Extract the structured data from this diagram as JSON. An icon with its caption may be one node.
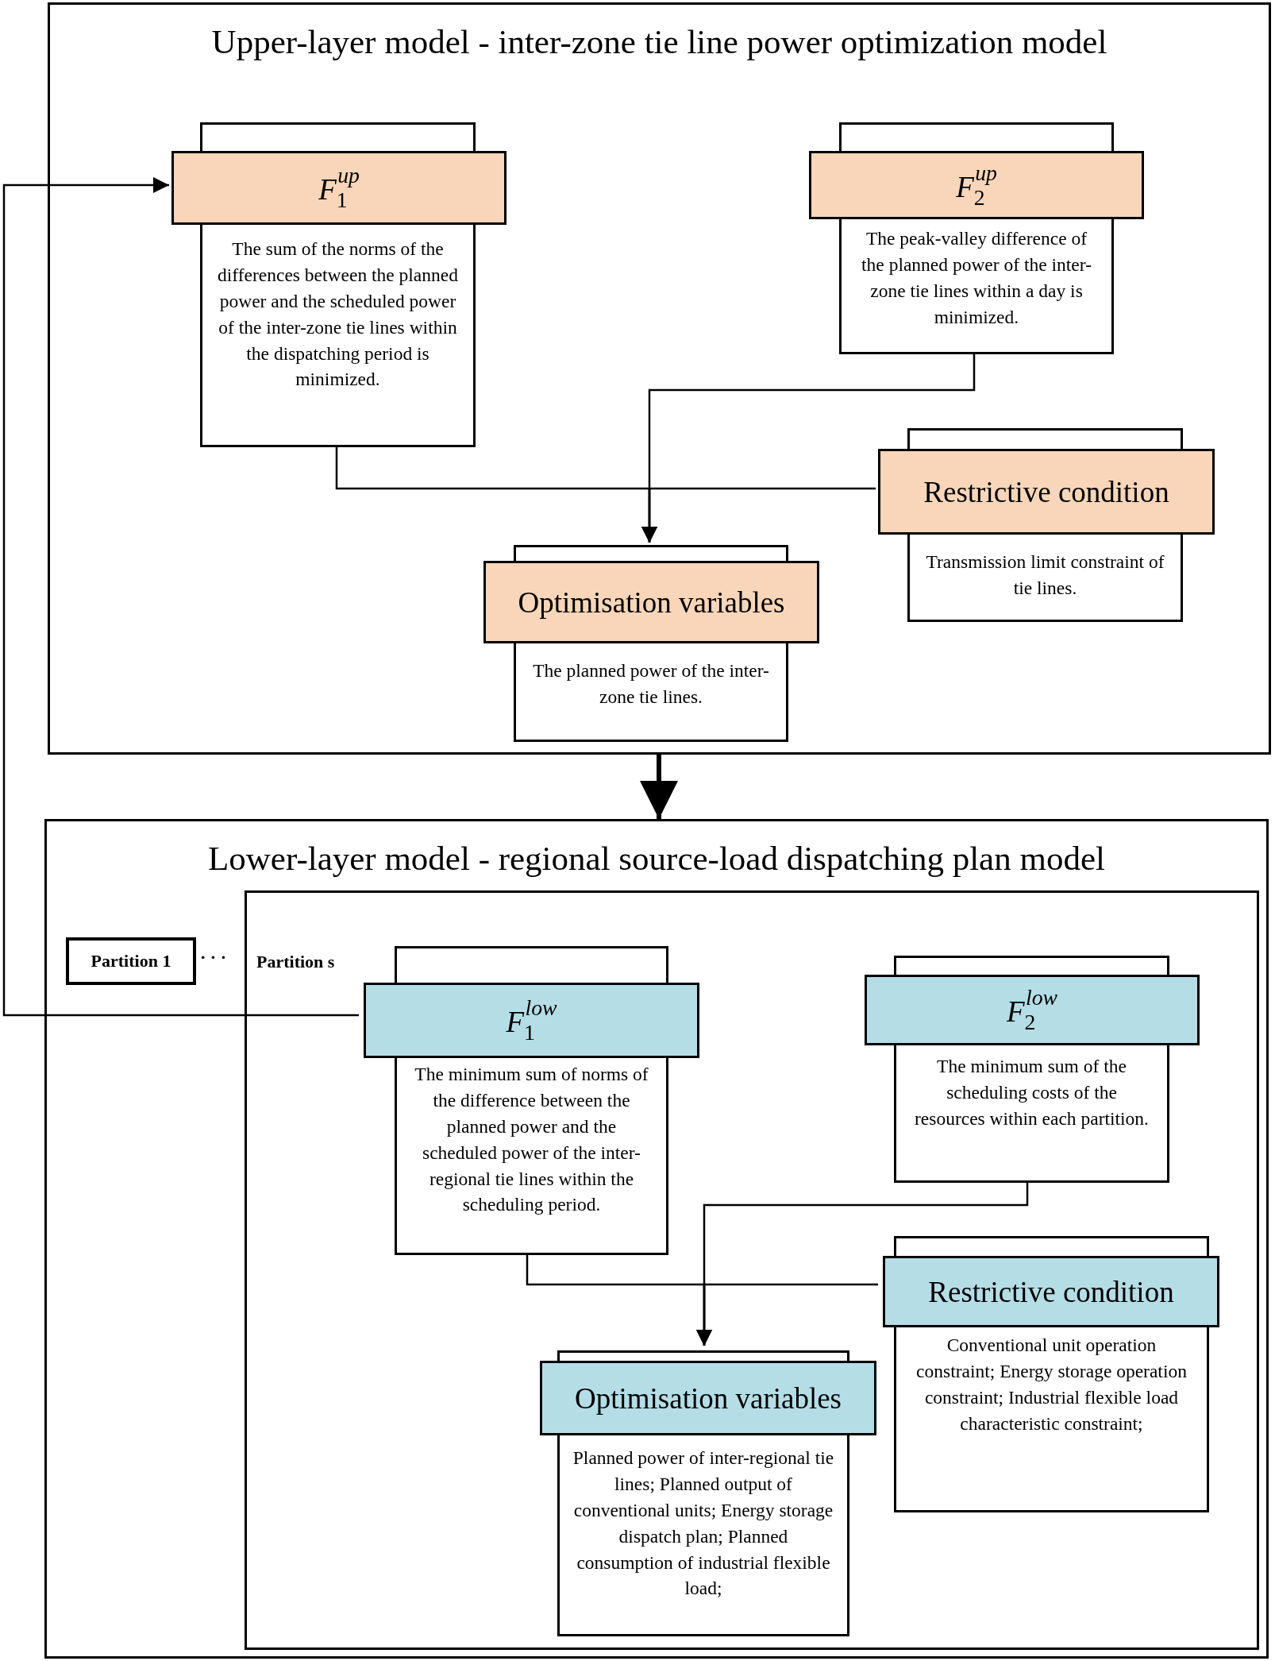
{
  "diagram": {
    "nodes": [
      {
        "text": [
          "Upper-layer model - inter-zone tie line power optimization model"
        ]
      },
      {
        "text": [
          "*F*$_{1}$$^{up}$",
          "The sum of the norms of the differences between the planned power and the scheduled power of the inter-zone tie lines within the dispatching period is minimized."
        ],
        "in": 0
      },
      {
        "text": [
          "*F*$_{2}$$^{up}$",
          "The peak-valley difference of the planned power of the inter-zone tie lines within a day is minimized."
        ],
        "in": 0
      },
      {
        "text": [
          "Restrictive condition",
          "Transmission limit constraint of tie lines."
        ],
        "in": 0
      },
      {
        "text": [
          "Optimisation variables",
          "The planned power of the inter-zone tie lines."
        ],
        "in": 0
      },
      {
        "text": [
          "Lower-layer model - regional source-load dispatching plan model"
        ]
      },
      {
        "text": [
          "Partition s"
        ],
        "in": 5
      },
      {
        "text": [
          "Partition 1"
        ],
        "in": 5
      },
      {
        "text": [
          "*F*$_{1}$$^{low}$",
          "The minimum sum of norms of the difference between the planned power and the scheduled power of the inter-regional tie lines within the scheduling period."
        ],
        "in": 6
      },
      {
        "text": [
          "*F*$_{2}$$^{low}$",
          "The minimum sum of the scheduling costs of the resources within each partition."
        ],
        "in": 6
      },
      {
        "text": [
          "Restrictive condition",
          "Conventional unit operation constraint; Energy storage operation constraint; Industrial flexible load characteristic constraint;"
        ],
        "in": 6
      },
      {
        "text": [
          "Optimisation variables",
          "Planned power of inter-regional tie lines; Planned output of conventional units; Energy storage dispatch plan; Planned consumption of industrial flexible load;"
        ],
        "in": 6
      }
    ],
    "edges": [
      {
        "from": 1,
        "to": 4,
        "arrow": "to"
      },
      {
        "from": 2,
        "to": 4,
        "arrow": "to"
      },
      {
        "from": 3,
        "to": 4,
        "arrow": "to"
      },
      {
        "from": 0,
        "to": 5,
        "arrow": "to",
        "style": "thick"
      },
      {
        "from": 8,
        "to": 1,
        "arrow": "to"
      },
      {
        "from": 8,
        "to": 11,
        "arrow": "to"
      },
      {
        "from": 9,
        "to": 11,
        "arrow": "to"
      },
      {
        "from": 10,
        "to": 11,
        "arrow": "to"
      }
    ],
    "labels": [
      "· · ·"
    ]
  }
}
